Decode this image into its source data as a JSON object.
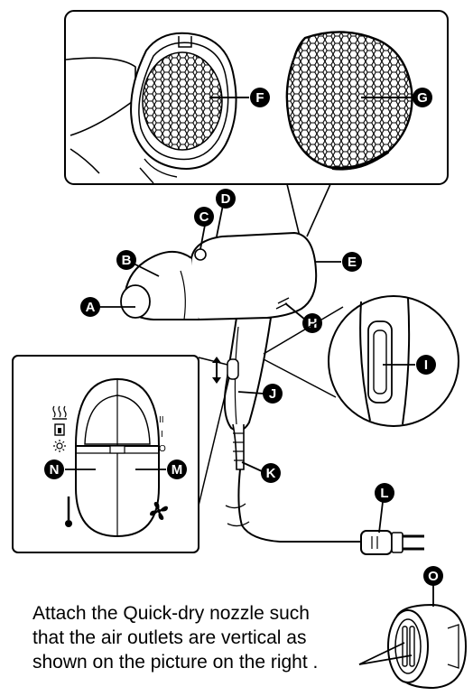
{
  "callouts": {
    "a": "A",
    "b": "B",
    "c": "C",
    "d": "D",
    "e": "E",
    "f": "F",
    "g": "G",
    "h": "H",
    "i": "I",
    "j": "J",
    "k": "K",
    "l": "L",
    "m": "M",
    "n": "N",
    "o": "O"
  },
  "caption": {
    "line1": "Attach the Quick-dry nozzle such",
    "line2": "that the air outlets are vertical as",
    "line3": "shown on the picture on the right ."
  },
  "switch_marks": {
    "right_top": "II",
    "right_mid": "I",
    "right_bottom": "O"
  },
  "colors": {
    "line": "#000000",
    "callout_fill": "#000000",
    "callout_text": "#ffffff",
    "background": "#ffffff"
  },
  "icons": [
    "hot-air-icon",
    "set-temperature-icon",
    "cool-air-icon",
    "thermometer-icon",
    "fan-icon",
    "up-down-arrow-icon"
  ]
}
